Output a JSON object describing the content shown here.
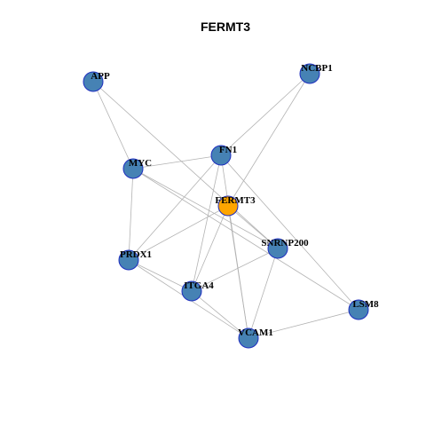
{
  "title": "FERMT3",
  "colors": {
    "default_node": "#4682b4",
    "center_node": "#ffa500",
    "node_border": "#2233cc",
    "edge": "#b3b3b3"
  },
  "nodes": [
    {
      "id": "APP",
      "label": "APP",
      "center": false
    },
    {
      "id": "NCBP1",
      "label": "NCBP1",
      "center": false
    },
    {
      "id": "FN1",
      "label": "FN1",
      "center": false
    },
    {
      "id": "MYC",
      "label": "MYC",
      "center": false
    },
    {
      "id": "FERMT3",
      "label": "FERMT3",
      "center": true
    },
    {
      "id": "SNRNP200",
      "label": "SNRNP200",
      "center": false
    },
    {
      "id": "PRDX1",
      "label": "PRDX1",
      "center": false
    },
    {
      "id": "ITGA4",
      "label": "ITGA4",
      "center": false
    },
    {
      "id": "LSM8",
      "label": "LSM8",
      "center": false
    },
    {
      "id": "VCAM1",
      "label": "VCAM1",
      "center": false
    }
  ],
  "edges": [
    [
      "APP",
      "MYC"
    ],
    [
      "APP",
      "SNRNP200"
    ],
    [
      "NCBP1",
      "FN1"
    ],
    [
      "NCBP1",
      "FERMT3"
    ],
    [
      "MYC",
      "FN1"
    ],
    [
      "MYC",
      "PRDX1"
    ],
    [
      "MYC",
      "SNRNP200"
    ],
    [
      "MYC",
      "LSM8"
    ],
    [
      "FN1",
      "PRDX1"
    ],
    [
      "FN1",
      "ITGA4"
    ],
    [
      "FN1",
      "VCAM1"
    ],
    [
      "FN1",
      "LSM8"
    ],
    [
      "FERMT3",
      "PRDX1"
    ],
    [
      "FERMT3",
      "ITGA4"
    ],
    [
      "FERMT3",
      "VCAM1"
    ],
    [
      "FERMT3",
      "SNRNP200"
    ],
    [
      "PRDX1",
      "ITGA4"
    ],
    [
      "PRDX1",
      "VCAM1"
    ],
    [
      "ITGA4",
      "VCAM1"
    ],
    [
      "ITGA4",
      "SNRNP200"
    ],
    [
      "SNRNP200",
      "VCAM1"
    ],
    [
      "VCAM1",
      "LSM8"
    ]
  ]
}
